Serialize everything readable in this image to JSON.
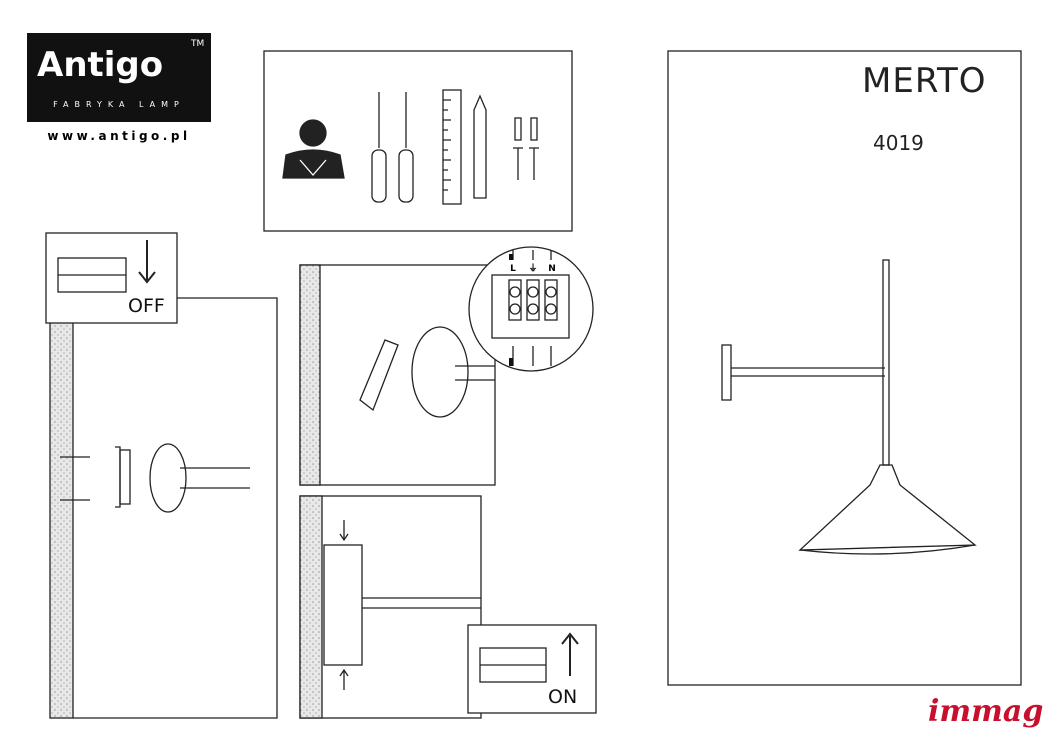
{
  "brand": {
    "name": "Antigo",
    "trademark": "TM",
    "tagline": "FABRYKA LAMP",
    "url": "www.antigo.pl"
  },
  "product": {
    "name": "MERTO",
    "code": "4019"
  },
  "steps": {
    "switch_off_label": "OFF",
    "switch_on_label": "ON"
  },
  "wiring": {
    "terminal_labels": [
      "L",
      "⏚",
      "N"
    ]
  },
  "footer_logo": "immag",
  "colors": {
    "logo_bg": "#111111",
    "immag_red": "#c8102e"
  }
}
